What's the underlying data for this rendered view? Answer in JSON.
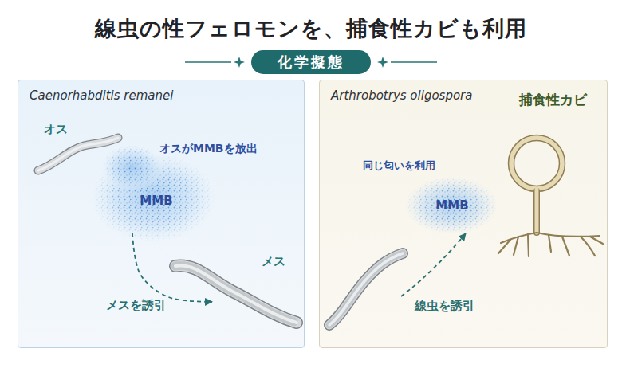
{
  "diagram": {
    "title": "線虫の性フェロモンを、捕食性カビも利用",
    "nodes": [
      {
        "text": [
          "化学擬態"
        ]
      },
      {
        "text": [
          "Caenorhabditis remanei"
        ]
      },
      {
        "text": [
          "オス"
        ],
        "in": 1
      },
      {
        "text": [
          "MMB"
        ],
        "in": 1
      },
      {
        "text": [
          "メス"
        ],
        "in": 1
      },
      {
        "text": [
          "Arthrobotrys oligospora"
        ]
      },
      {
        "text": [
          "捕食性カビ"
        ],
        "in": 5
      },
      {
        "text": [
          "MMB"
        ],
        "in": 5
      }
    ],
    "edges": [
      {
        "from": 3,
        "to": 4,
        "arrow": "to",
        "label": "メスを誘引"
      }
    ],
    "labels": [
      "オスがMMBを放出",
      "同じ匂いを利用",
      "線虫を誘引"
    ]
  }
}
